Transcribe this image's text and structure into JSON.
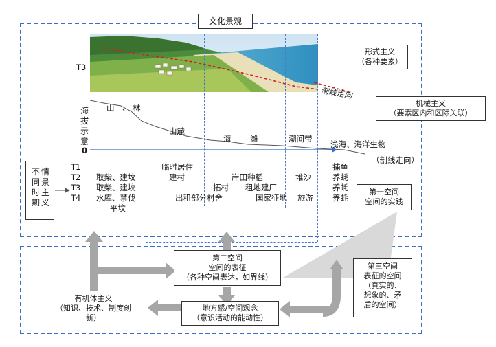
{
  "title": "文化景观",
  "labels": {
    "t3_axis": "T3",
    "zero": "0",
    "altitude": [
      "海",
      "拔",
      "示",
      "意"
    ],
    "section_direction_top": "剖线走向",
    "section_direction_bottom": "（剖线走向）",
    "formalism": [
      "形式主义",
      "（各种要素）"
    ],
    "mechanism": [
      "机械主义",
      "（要素区内和区际关联）"
    ]
  },
  "terrain": {
    "mountain_forest": "山　、 林",
    "foothill": "山麓",
    "sea": "海",
    "beach": "滩",
    "intertidal": "潮间带",
    "shallow_sea": "浅海、海洋生物"
  },
  "periods": [
    "T1",
    "T2",
    "T3",
    "T4"
  ],
  "left_box": [
    "不",
    "情",
    "同",
    "景",
    "时",
    "主",
    "期",
    "义"
  ],
  "rows": {
    "col1": [
      "取柴、建坟",
      "取柴、建坟",
      "水库、禁伐",
      "平坟"
    ],
    "col2": [
      "临时居住",
      "建村",
      "出租部分村舍"
    ],
    "col3": [
      "岸田种稻",
      "拓村",
      "租地建厂",
      "国家征地"
    ],
    "col4": [
      "堆沙",
      "旅游"
    ],
    "col5": [
      "捕鱼",
      "养蚝",
      "养蚝",
      "养蚝"
    ]
  },
  "first_space": [
    "第一空间",
    "空间的实践"
  ],
  "second_space": [
    "第二空间",
    "空间的表征",
    "（各种空间表达，如界线）"
  ],
  "third_space": [
    "第三空间",
    "表征的空间",
    "（真实的、",
    "想象的、矛",
    "盾的空间）"
  ],
  "organicism": [
    "有机体主义",
    "（知识、技术、制度创",
    "新）"
  ],
  "sense_of_place": [
    "地方感/空间观念",
    "（意识活动的能动性）"
  ],
  "colors": {
    "frame": "#3b6fc4",
    "arrow": "#a6a6a6",
    "shade": "#d9d9d9",
    "section_red": "#d02020"
  }
}
